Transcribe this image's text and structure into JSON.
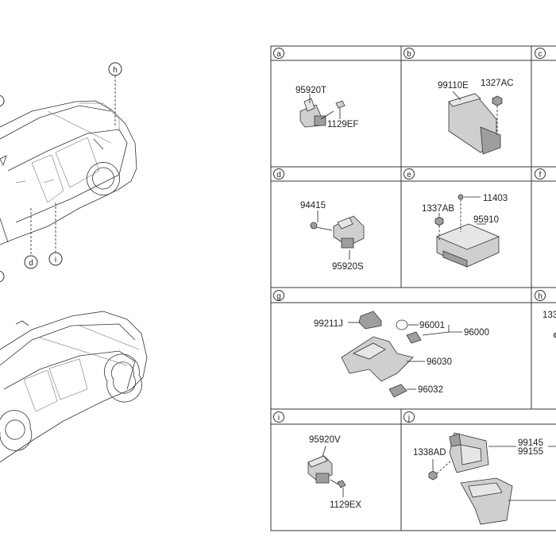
{
  "callouts": {
    "left": [
      "h",
      "d",
      "i"
    ],
    "cells": [
      "a",
      "b",
      "c",
      "d",
      "e",
      "f",
      "g",
      "h",
      "i",
      "j"
    ]
  },
  "parts": {
    "a": [
      "95920T",
      "1129EF"
    ],
    "b": [
      "99110E",
      "1327AC"
    ],
    "d": [
      "94415",
      "95920S"
    ],
    "e": [
      "1337AB",
      "11403",
      "95910"
    ],
    "g": [
      "99211J",
      "96001",
      "96000",
      "96030",
      "96032"
    ],
    "h": [
      "133"
    ],
    "i": [
      "95920V",
      "1129EX"
    ],
    "j": [
      "1338AD",
      "99145",
      "99155"
    ]
  }
}
